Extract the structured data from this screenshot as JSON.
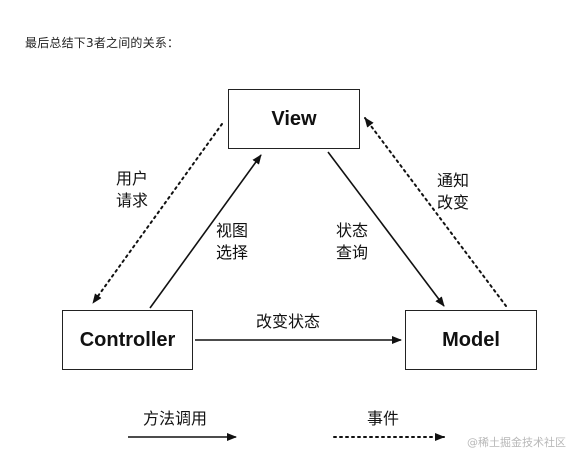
{
  "intro_text": "最后总结下3者之间的关系：",
  "nodes": {
    "view": "View",
    "controller": "Controller",
    "model": "Model"
  },
  "edges": {
    "user_request": [
      "用户",
      "请求"
    ],
    "view_select": [
      "视图",
      "选择"
    ],
    "state_query": [
      "状态",
      "查询"
    ],
    "notify_change": [
      "通知",
      "改变"
    ],
    "change_state": "改变状态"
  },
  "legend": {
    "method_call": "方法调用",
    "event": "事件"
  },
  "watermark": "@稀土掘金技术社区",
  "colors": {
    "line": "#111111",
    "border": "#222222",
    "watermark": "#b8b8b8"
  }
}
